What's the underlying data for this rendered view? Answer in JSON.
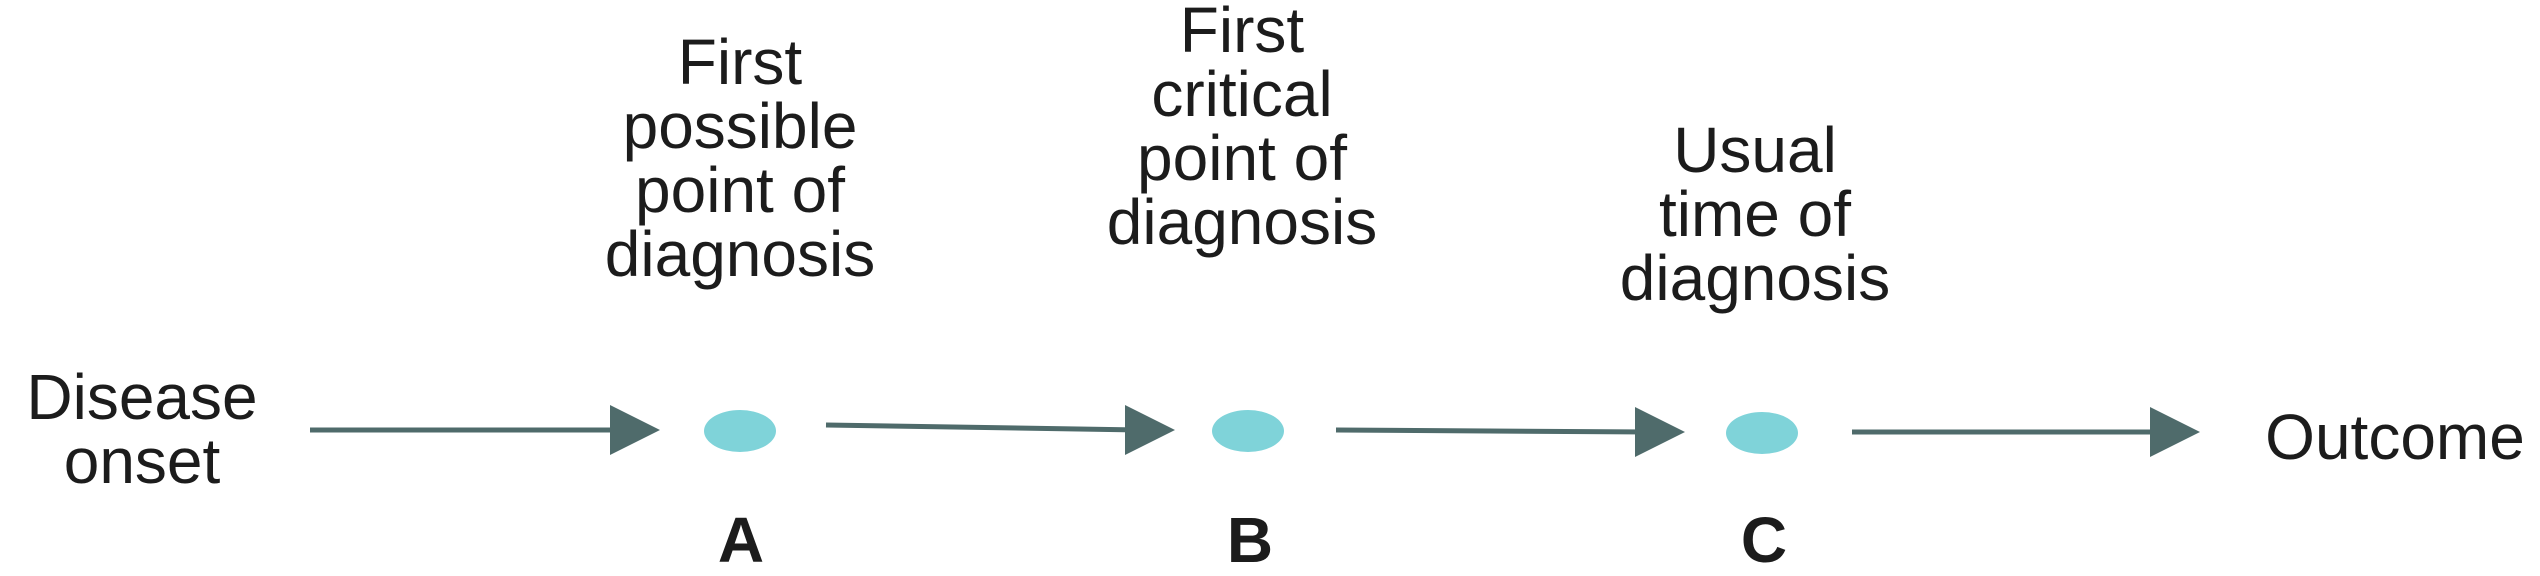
{
  "start": {
    "label": "Disease\nonset"
  },
  "end": {
    "label": "Outcome"
  },
  "points": [
    {
      "letter": "A",
      "caption": "First\npossible\npoint of\ndiagnosis"
    },
    {
      "letter": "B",
      "caption": "First\ncritical\npoint of\ndiagnosis"
    },
    {
      "letter": "C",
      "caption": "Usual\ntime of\ndiagnosis"
    }
  ],
  "colors": {
    "arrow": "#4f6b6b",
    "point": "#7fd3d9",
    "text": "#1c1c1c"
  }
}
